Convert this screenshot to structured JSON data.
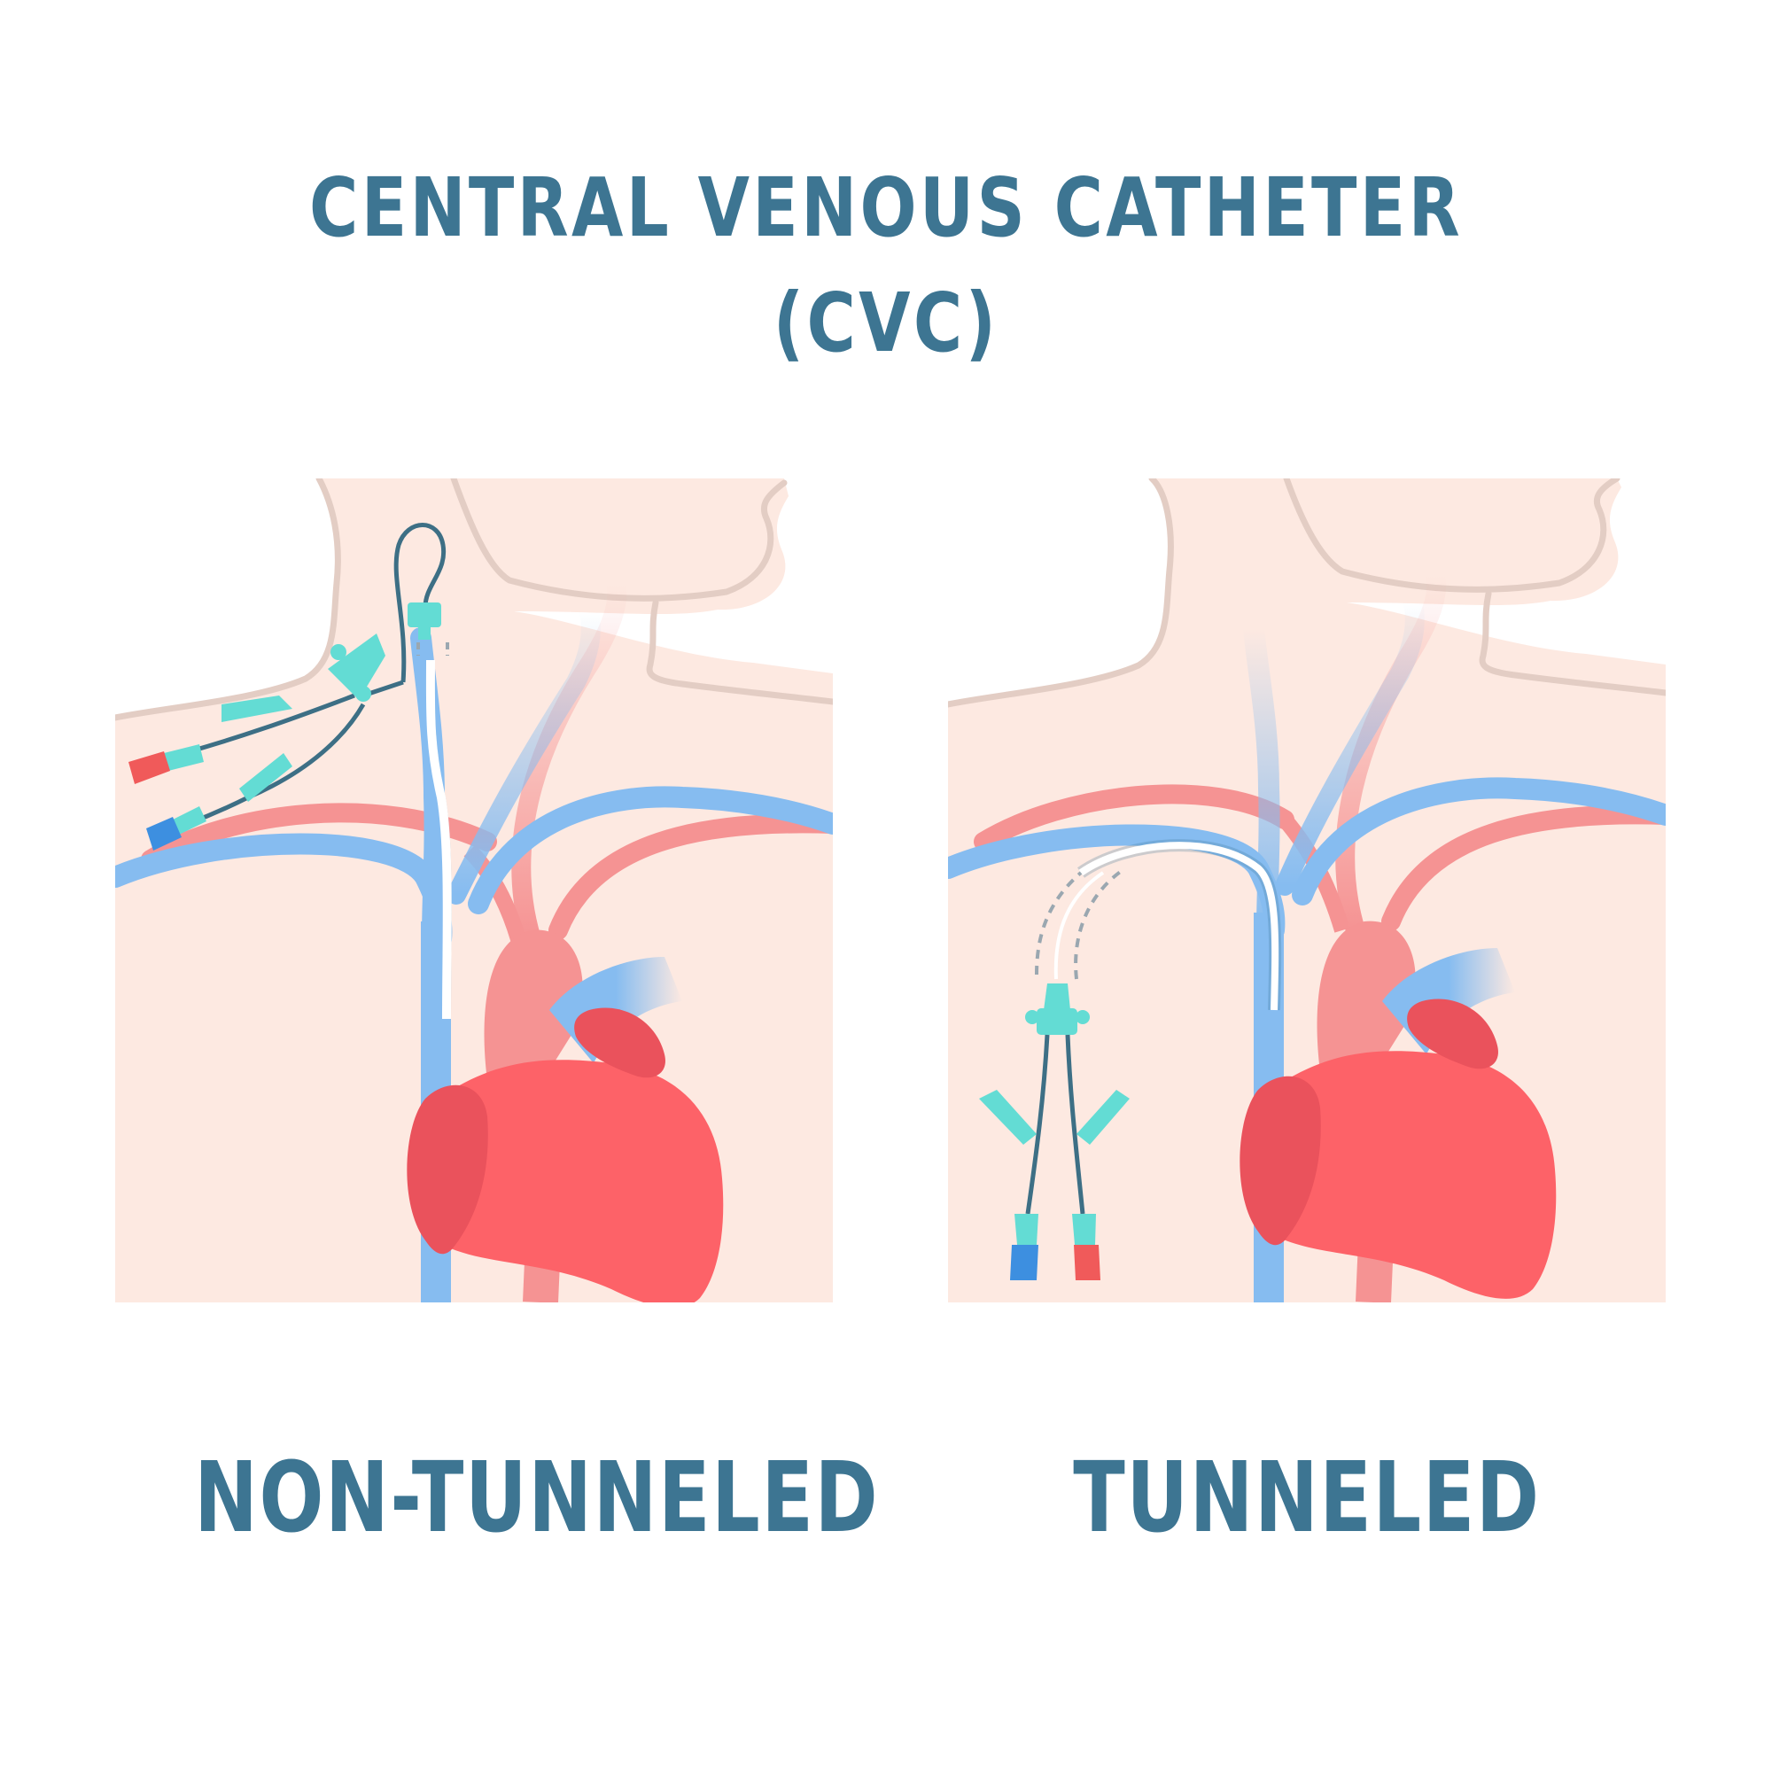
{
  "title": {
    "line1": "CENTRAL VENOUS CATHETER",
    "line2": "(CVC)"
  },
  "panels": [
    {
      "caption": "NON-TUNNELED"
    },
    {
      "caption": "TUNNELED"
    }
  ],
  "colors": {
    "heading": "#3d7592",
    "skin": "#fde9e1",
    "outline": "#e3cdc4",
    "vein": "#86bcf0",
    "artery": "#f59393",
    "heart": "#fd6268",
    "heart_dark": "#ea525c",
    "catheter_hub": "#63dcd4",
    "catheter_line": "#3d6f85",
    "cap_red": "#f05a5a",
    "cap_blue": "#3d8fe0"
  }
}
